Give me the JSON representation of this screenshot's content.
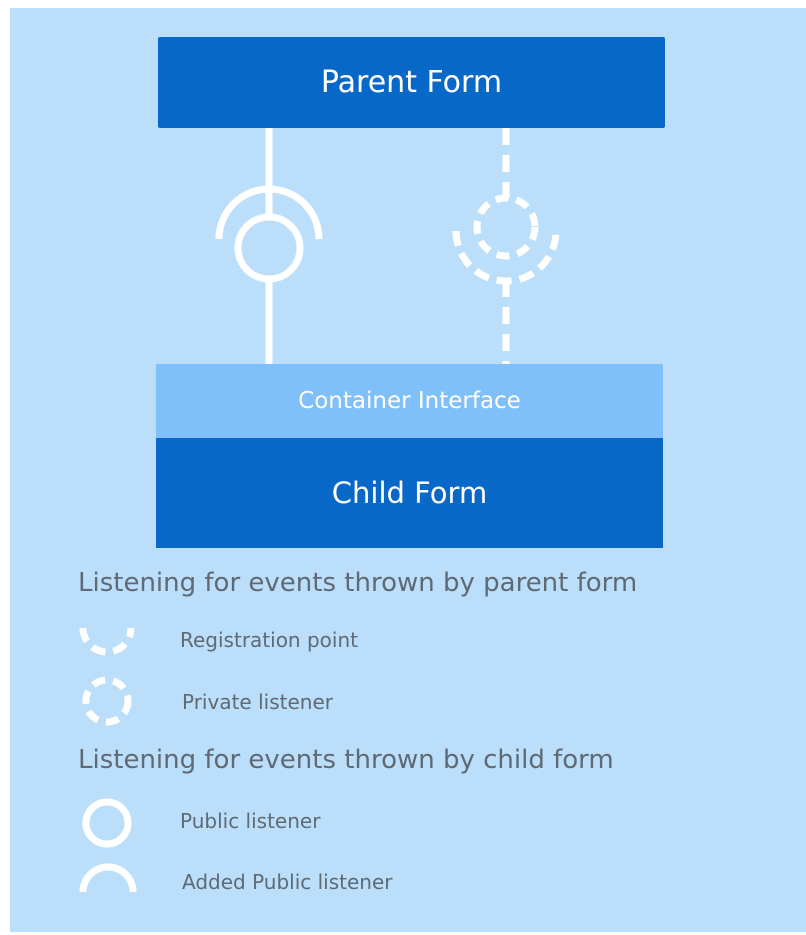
{
  "diagram": {
    "parent_form": "Parent Form",
    "container_interface": "Container Interface",
    "child_form": "Child Form"
  },
  "legend": {
    "parent_heading": "Listening for events thrown by parent form",
    "registration_point": "Registration point",
    "private_listener": "Private listener",
    "child_heading": "Listening for events thrown by child form",
    "public_listener": "Public listener",
    "added_public_listener": "Added Public listener"
  },
  "colors": {
    "background": "#bbdefb",
    "form_blue": "#0868c8",
    "interface_blue": "#7fc0fb",
    "line_white": "#ffffff",
    "text_gray": "#5f6a75"
  }
}
